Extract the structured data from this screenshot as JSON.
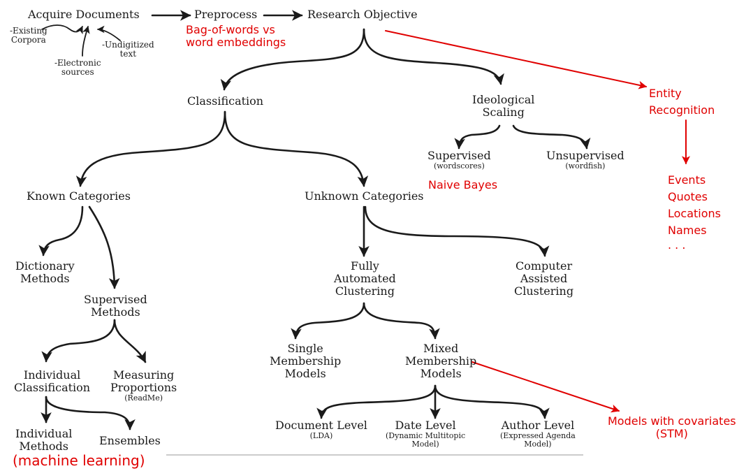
{
  "nodes": {
    "acquire": "Acquire Documents",
    "preprocess": "Preprocess",
    "research": "Research Objective",
    "classification": "Classification",
    "ideological": [
      "Ideological",
      "Scaling"
    ],
    "supervised_s": "Supervised",
    "wordscores": "(wordscores)",
    "unsupervised_s": "Unsupervised",
    "wordfish": "(wordfish)",
    "known": "Known Categories",
    "unknown": "Unknown Categories",
    "dictionary": [
      "Dictionary",
      "Methods"
    ],
    "supervised_m": [
      "Supervised",
      "Methods"
    ],
    "fully": [
      "Fully",
      "Automated",
      "Clustering"
    ],
    "computer": [
      "Computer",
      "Assisted",
      "Clustering"
    ],
    "individual_class": [
      "Individual",
      "Classification"
    ],
    "measuring": [
      "Measuring",
      "Proportions"
    ],
    "readme": "(ReadMe)",
    "single": [
      "Single",
      "Membership",
      "Models"
    ],
    "mixed": [
      "Mixed",
      "Membership",
      "Models"
    ],
    "individual_methods": [
      "Individual",
      "Methods"
    ],
    "ensembles": "Ensembles",
    "document_level": "Document Level",
    "lda": "(LDA)",
    "date_level": "Date Level",
    "date_sub": [
      "(Dynamic Multitopic",
      "Model)"
    ],
    "author_level": "Author Level",
    "author_sub": [
      "(Expressed Agenda",
      "Model)"
    ]
  },
  "sources": {
    "existing": [
      "-Existing",
      "Corpora"
    ],
    "electronic": [
      "-Electronic",
      "sources"
    ],
    "undigitized": [
      "-Undigitized",
      "text"
    ]
  },
  "annotations": {
    "bow": [
      "Bag-of-words vs",
      "word embeddings"
    ],
    "entity": [
      "Entity",
      "Recognition"
    ],
    "entity_items": [
      "Events",
      "Quotes",
      "Locations",
      "Names",
      ". . ."
    ],
    "naive_bayes": "Naive Bayes",
    "covariates": [
      "Models with covariates",
      "(STM)"
    ],
    "machine_learning": "(machine learning)"
  },
  "colors": {
    "ink": "#1a1a1a",
    "annotation": "#e00000"
  }
}
